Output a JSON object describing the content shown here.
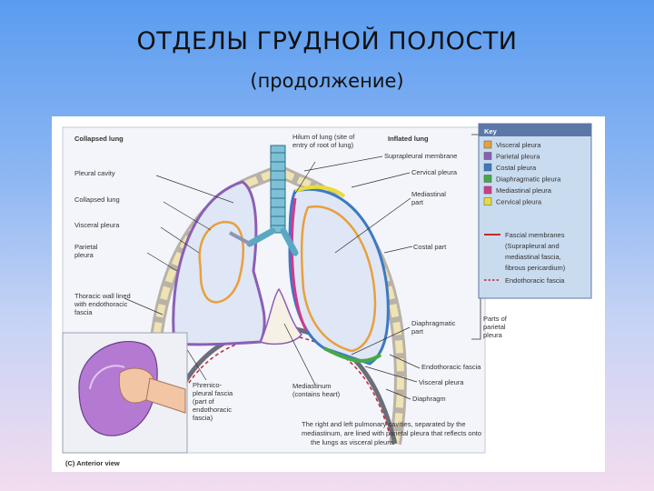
{
  "title": "ОТДЕЛЫ ГРУДНОЙ ПОЛОСТИ",
  "subtitle": "(продолжение)",
  "figure": {
    "left_heading": "Collapsed lung",
    "right_heading": "Inflated lung",
    "hilum_line1": "Hilum of lung (site of",
    "hilum_line2": "entry of root of lung)",
    "labels_left": {
      "pleural_cavity": "Pleural cavity",
      "collapsed_lung": "Collapsed lung",
      "visceral_pleura": "Visceral pleura",
      "parietal_1": "Parietal",
      "parietal_2": "pleura",
      "thoracic_1": "Thoracic wall lined",
      "thoracic_2": "with endothoracic",
      "thoracic_3": "fascia",
      "phrenico_1": "Phrenico-",
      "phrenico_2": "pleural fascia",
      "phrenico_3": "(part of",
      "phrenico_4": "endothoracic",
      "phrenico_5": "fascia)"
    },
    "labels_right": {
      "suprapleural": "Suprapleural membrane",
      "cervical": "Cervical pleura",
      "mediastinal_1": "Mediastinal",
      "mediastinal_2": "part",
      "costal": "Costal part",
      "diaphragmatic_1": "Diaphragmatic",
      "diaphragmatic_2": "part",
      "parts_1": "Parts of",
      "parts_2": "parietal",
      "parts_3": "pleura",
      "endothoracic": "Endothoracic fascia",
      "visceral": "Visceral pleura",
      "diaphragm": "Diaphragm",
      "mediastinum_1": "Mediastinum",
      "mediastinum_2": "(contains heart)"
    },
    "caption_1": "The right and left pulmonary cavities, separated by the",
    "caption_2": "mediastinum, are lined with parietal pleura that reflects onto",
    "caption_3": "the lungs as visceral pleura.",
    "view_label": "(C)  Anterior view"
  },
  "key": {
    "heading": "Key",
    "items": [
      {
        "label": "Visceral pleura",
        "color": "#e8a03a"
      },
      {
        "label": "Parietal pleura",
        "color": "#8b5fb5"
      },
      {
        "label": "Costal pleura",
        "color": "#3c7ac0"
      },
      {
        "label": "Diaphragmatic pleura",
        "color": "#46a848"
      },
      {
        "label": "Mediastinal pleura",
        "color": "#d23a8c"
      },
      {
        "label": "Cervical pleura",
        "color": "#e8dc3a"
      }
    ],
    "fascial_1": "Fascial membranes",
    "fascial_2": "(Suprapleural and",
    "fascial_3": "mediastinal fascia,",
    "fascial_4": "fibrous pericardium)",
    "endothoracic": "Endothoracic fascia",
    "fascial_color": "#c8282a"
  }
}
